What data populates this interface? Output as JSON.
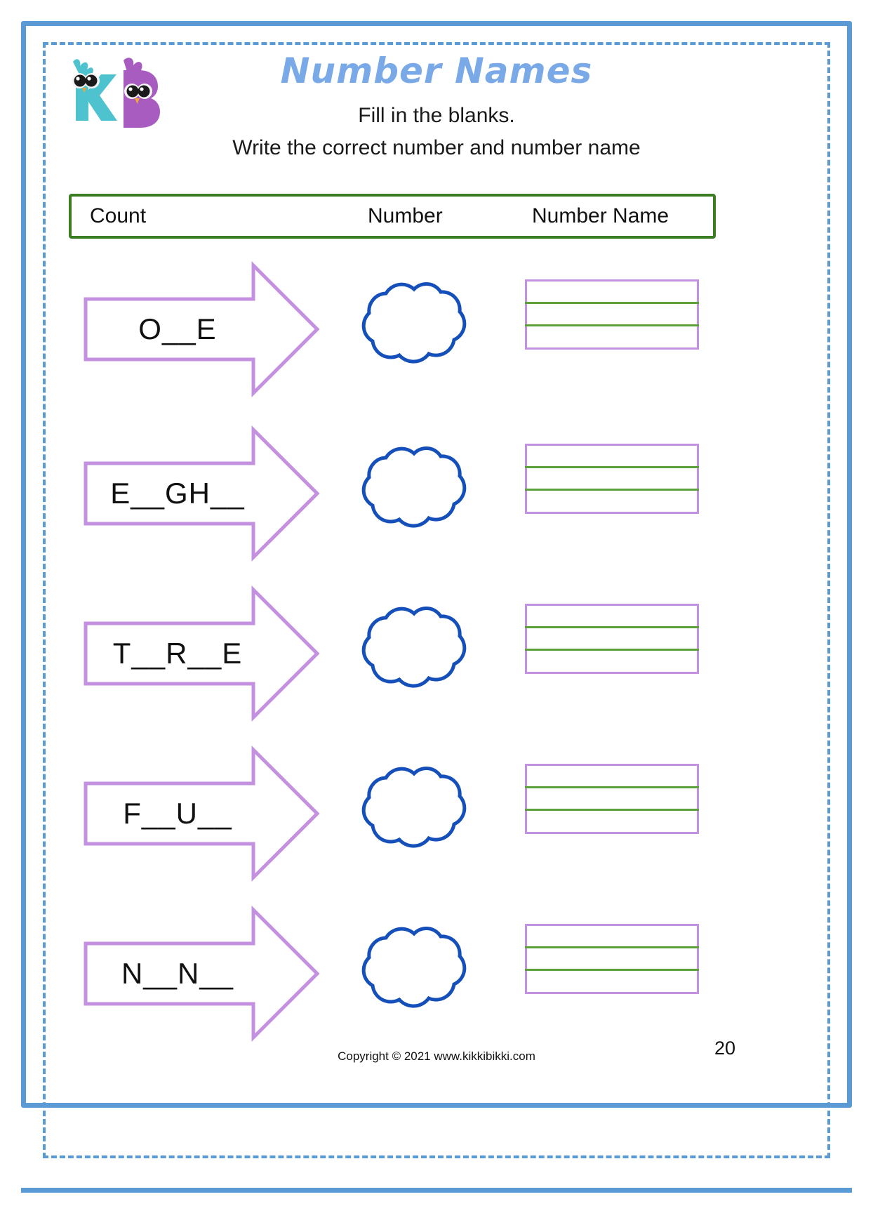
{
  "worksheet": {
    "title": "Number Names",
    "subtitle_line1": "Fill in the blanks.",
    "subtitle_line2": "Write the correct number and number name",
    "page_number": "20",
    "copyright": "Copyright © 2021 www.kikkibikki.com",
    "logo_alt": "kikkibikki-logo"
  },
  "colors": {
    "page_border": "#5b9bd5",
    "title": "#7aa9e8",
    "header_border": "#3a7d22",
    "arrow_stroke": "#c391e0",
    "cloud_stroke": "#1550ba",
    "box_border": "#c391e0",
    "guide_line": "#5ca03c",
    "logo_teal": "#4ec3cf",
    "logo_purple": "#a85cc0"
  },
  "table": {
    "headers": [
      "Count",
      "Number",
      "Number Name"
    ],
    "rows": [
      {
        "count_prompt": "O__E",
        "number_answer": "",
        "number_name_answer": ""
      },
      {
        "count_prompt": "E__GH__",
        "number_answer": "",
        "number_name_answer": ""
      },
      {
        "count_prompt": "T__R__E",
        "number_answer": "",
        "number_name_answer": ""
      },
      {
        "count_prompt": "F__U__",
        "number_answer": "",
        "number_name_answer": ""
      },
      {
        "count_prompt": "N__N__",
        "number_answer": "",
        "number_name_answer": ""
      }
    ]
  }
}
